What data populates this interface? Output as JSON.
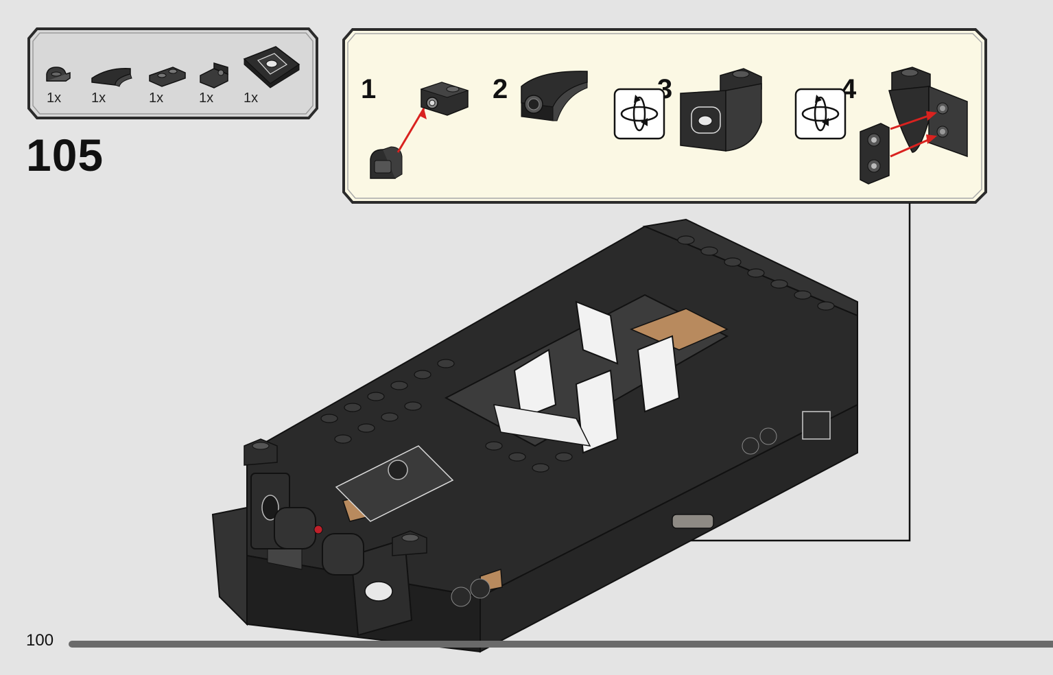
{
  "parts": [
    {
      "qty": "1x",
      "icon": "slope-curved-brick-icon"
    },
    {
      "qty": "1x",
      "icon": "curved-slope-icon"
    },
    {
      "qty": "1x",
      "icon": "round-plate-icon"
    },
    {
      "qty": "1x",
      "icon": "bracket-plate-icon"
    },
    {
      "qty": "1x",
      "icon": "tile-printed-icon"
    }
  ],
  "step": {
    "number": "105"
  },
  "substeps": [
    {
      "label": "1"
    },
    {
      "label": "2"
    },
    {
      "label": "3",
      "rotate": true
    },
    {
      "label": "4",
      "rotate": true
    }
  ],
  "page": {
    "number": "100"
  },
  "colors": {
    "background": "#e4e4e4",
    "callout_fill": "#fbf8e4",
    "parts_fill": "#d8d8d8",
    "frame": "#2b2b2b",
    "arrow": "#d9221f",
    "brick": "#2d2d2d"
  }
}
